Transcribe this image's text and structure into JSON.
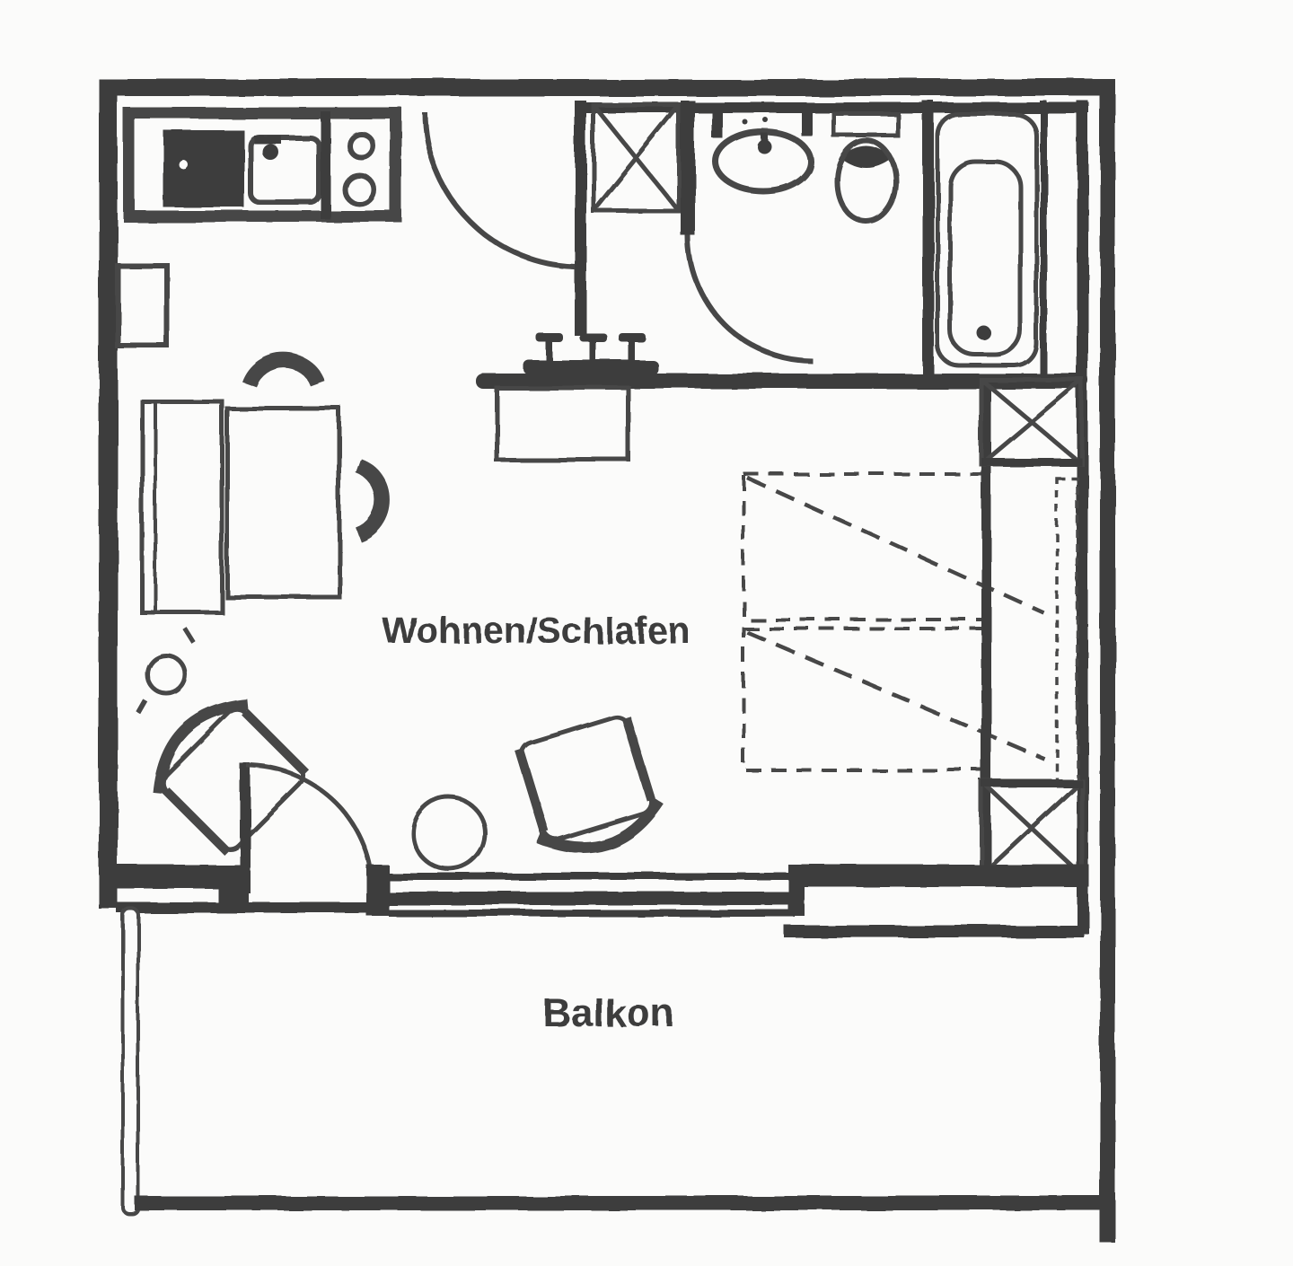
{
  "document": {
    "kind_label": "apartment-floor-plan"
  },
  "labels": {
    "living": "Wohnen/Schlafen",
    "balcony": "Balkon"
  },
  "colors": {
    "ink": "#474747",
    "wall": "#3e3e3e",
    "paper": "#fbfbfa"
  },
  "fixtures": [
    "kitchen-counter",
    "kitchen-sink",
    "stove-burners",
    "side-cabinet",
    "entry-door",
    "hall-wardrobe-x",
    "bathroom-door",
    "washbasin",
    "toilet",
    "bathtub",
    "bar-counter",
    "bar-stools",
    "bar-table",
    "wall-shelf",
    "desk-table",
    "desk-chairs",
    "floor-lamp",
    "armchairs",
    "round-table",
    "fold-away-bed-dashed",
    "bed-cabinet",
    "closet-x-top",
    "closet-x-bottom",
    "balcony-door",
    "balcony-railing"
  ]
}
